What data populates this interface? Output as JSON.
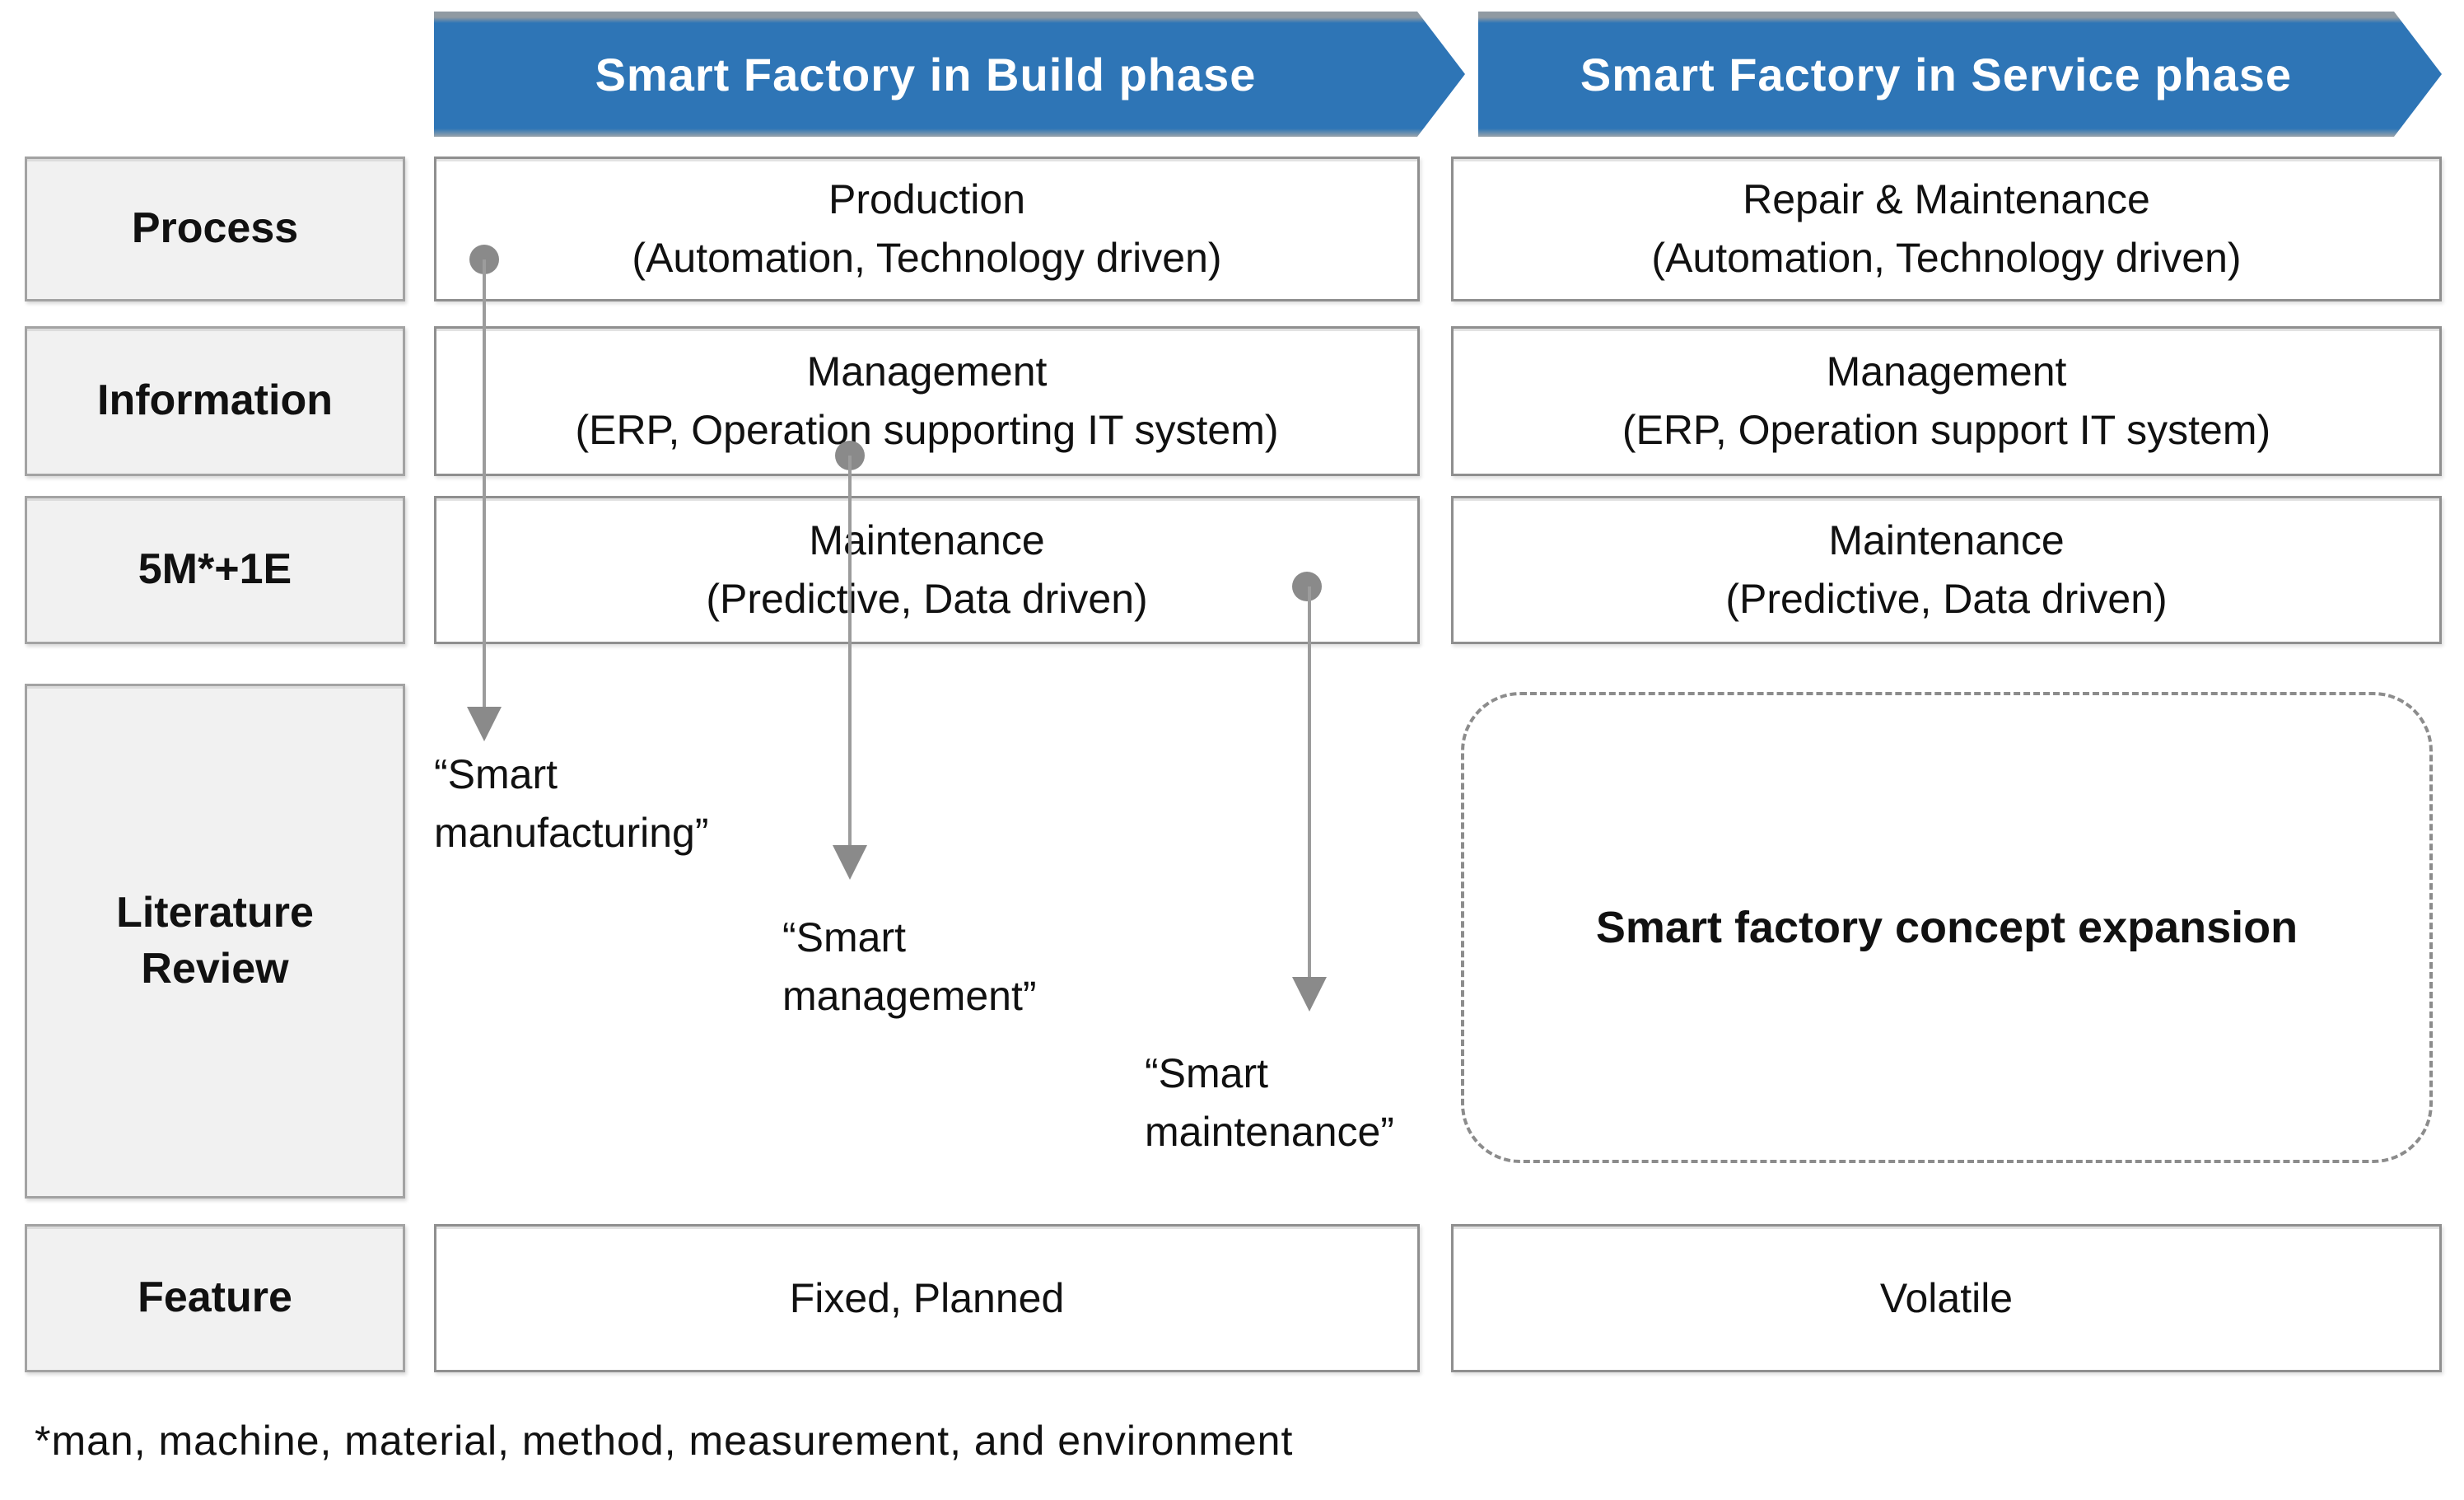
{
  "header": {
    "build_phase": "Smart Factory in Build phase",
    "service_phase": "Smart Factory in Service phase"
  },
  "rows": [
    {
      "label": "Process",
      "build": {
        "title": "Production",
        "subtitle": "(Automation, Technology driven)"
      },
      "service": {
        "title": "Repair & Maintenance",
        "subtitle": "(Automation, Technology driven)"
      }
    },
    {
      "label": "Information",
      "build": {
        "title": "Management",
        "subtitle": "(ERP, Operation supporting IT system)"
      },
      "service": {
        "title": "Management",
        "subtitle": "(ERP, Operation support IT system)"
      }
    },
    {
      "label": "5M*+1E",
      "build": {
        "title": "Maintenance",
        "subtitle": "(Predictive, Data driven)"
      },
      "service": {
        "title": "Maintenance",
        "subtitle": "(Predictive, Data driven)"
      }
    }
  ],
  "literature": {
    "label_line1": "Literature",
    "label_line2": "Review",
    "quotes": [
      {
        "line1": "“Smart",
        "line2": "manufacturing”"
      },
      {
        "line1": "“Smart",
        "line2": "management”"
      },
      {
        "line1": "“Smart",
        "line2": "maintenance”"
      }
    ],
    "expansion": "Smart factory concept expansion"
  },
  "feature_row": {
    "label": "Feature",
    "build": "Fixed, Planned",
    "service": "Volatile"
  },
  "footnote": "*man, machine, material, method, measurement, and environment",
  "colors": {
    "banner_blue": "#2e75b6",
    "box_border_gray": "#8f8f8f",
    "label_fill_gray": "#f1f1f1",
    "connector_gray": "#8a8a8a"
  }
}
